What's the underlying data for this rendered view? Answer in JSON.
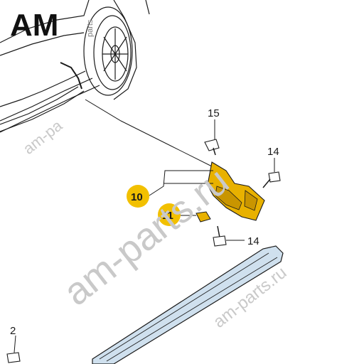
{
  "logo": {
    "mark": "AM",
    "sub": "parts"
  },
  "watermarks": {
    "main": "am-parts.ru",
    "left": "am-pa",
    "bottom": "am-parts.ru"
  },
  "parts": {
    "p2": "2",
    "p10": "10",
    "p11": "11",
    "p14_top": "14",
    "p14_bottom": "14",
    "p15": "15"
  },
  "colors": {
    "highlight": "#f2c000",
    "part_fill": "#e8b100",
    "sill_fill": "#cfe0ee",
    "line": "#1a1a1a"
  }
}
